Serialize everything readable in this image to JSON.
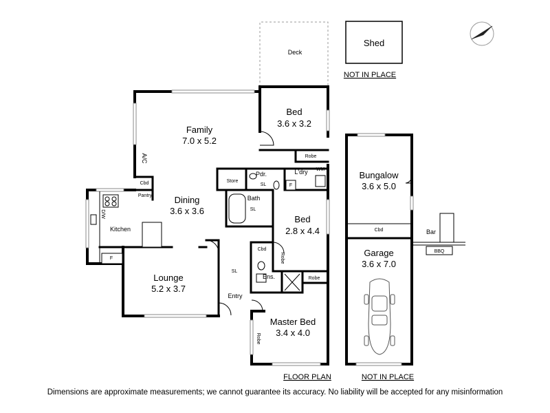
{
  "rooms": {
    "deck": "Deck",
    "shed": "Shed",
    "family": {
      "name": "Family",
      "dims": "7.0 x 5.2"
    },
    "bed_top": {
      "name": "Bed",
      "dims": "3.6 x 3.2"
    },
    "dining": {
      "name": "Dining",
      "dims": "3.6 x 3.6"
    },
    "bed_mid": {
      "name": "Bed",
      "dims": "2.8 x 4.4"
    },
    "lounge": {
      "name": "Lounge",
      "dims": "5.2 x 3.7"
    },
    "master": {
      "name": "Master Bed",
      "dims": "3.4 x 4.0"
    },
    "bungalow": {
      "name": "Bungalow",
      "dims": "3.6 x 5.0"
    },
    "garage": {
      "name": "Garage",
      "dims": "3.6 x 7.0"
    },
    "kitchen": "Kitchen",
    "bath": "Bath",
    "pdr": "Pdr.",
    "ldry": "L'dry",
    "store": "Store",
    "ens": "Ens.",
    "entry": "Entry",
    "bar": "Bar"
  },
  "labels": {
    "robe": "Robe",
    "cbd": "Cbd",
    "pantry": "Pantry",
    "wm": "WM",
    "sl": "SL",
    "f": "F",
    "dw": "D/W",
    "ac": "A/C",
    "bbq": "BBQ"
  },
  "notes": {
    "not_in_place": "NOT IN PLACE",
    "floor_plan": "FLOOR PLAN",
    "disclaimer": "Dimensions are approximate measurements; we cannot guarantee its accuracy. No liability will be accepted for any misinformation"
  }
}
